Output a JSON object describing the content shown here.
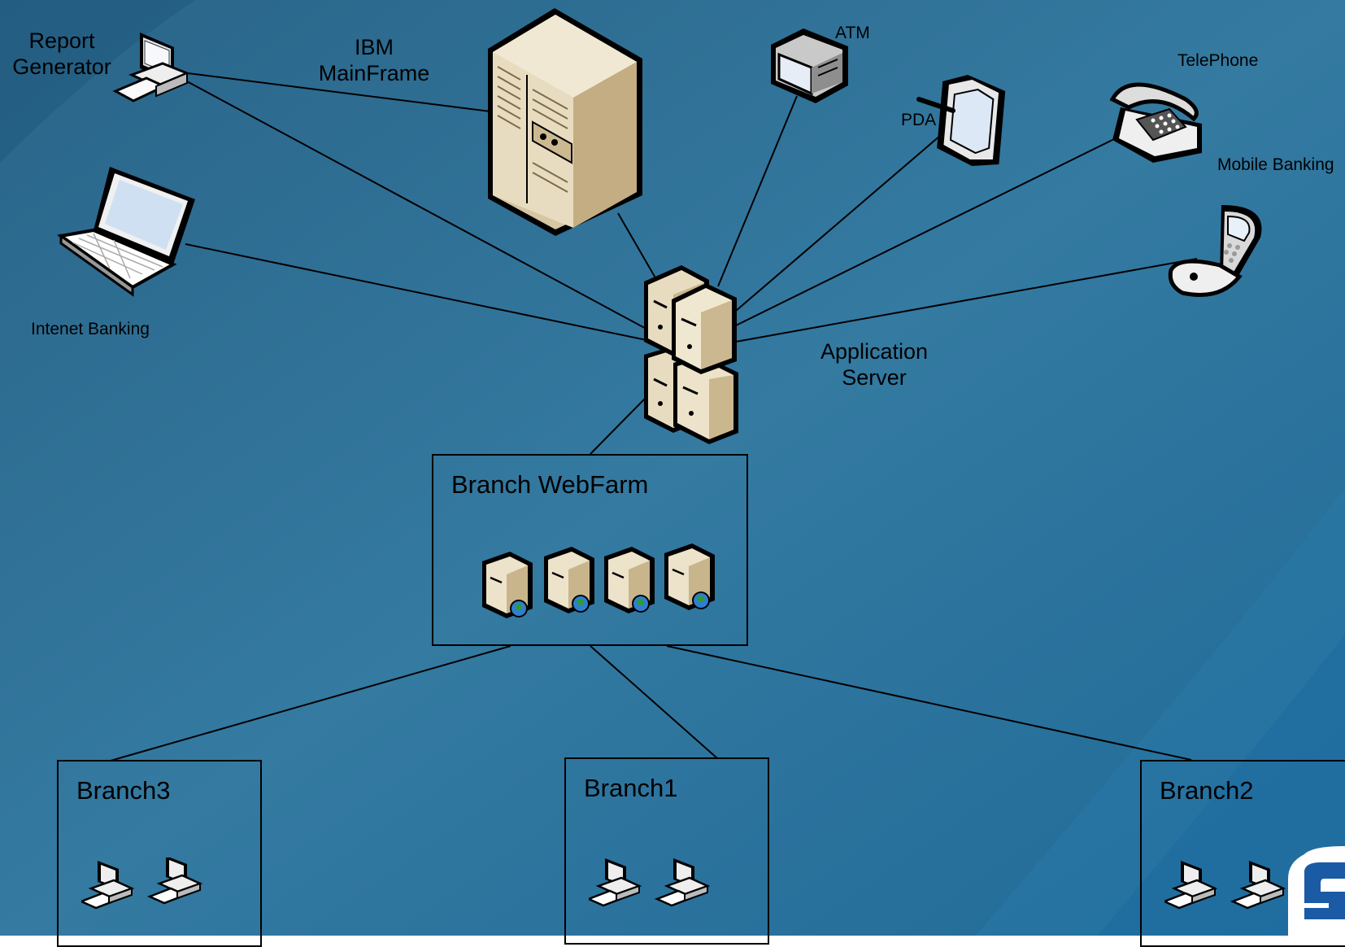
{
  "nodes": {
    "report_generator": {
      "label_line1": "Report",
      "label_line2": "Generator"
    },
    "ibm_mainframe": {
      "label_line1": "IBM",
      "label_line2": "MainFrame"
    },
    "atm": {
      "label": "ATM"
    },
    "pda": {
      "label": "PDA"
    },
    "telephone": {
      "label": "TelePhone"
    },
    "mobile_banking": {
      "label": "Mobile Banking"
    },
    "internet_banking": {
      "label": "Intenet Banking"
    },
    "application_server": {
      "label_line1": "Application",
      "label_line2": "Server"
    }
  },
  "groups": {
    "webfarm": {
      "title": "Branch WebFarm"
    },
    "branch3": {
      "title": "Branch3"
    },
    "branch1": {
      "title": "Branch1"
    },
    "branch2": {
      "title": "Branch2"
    }
  },
  "edges": [
    [
      "application_server",
      "report_generator"
    ],
    [
      "report_generator",
      "ibm_mainframe"
    ],
    [
      "application_server",
      "ibm_mainframe"
    ],
    [
      "application_server",
      "internet_banking"
    ],
    [
      "application_server",
      "atm"
    ],
    [
      "application_server",
      "pda"
    ],
    [
      "application_server",
      "telephone"
    ],
    [
      "application_server",
      "mobile_banking"
    ],
    [
      "application_server",
      "webfarm"
    ],
    [
      "webfarm",
      "branch3"
    ],
    [
      "webfarm",
      "branch1"
    ],
    [
      "webfarm",
      "branch2"
    ]
  ],
  "colors": {
    "background": "#2f6e93",
    "background_light": "#3a86ad",
    "device_beige": "#efe5cf",
    "device_shadow": "#b7a17a",
    "line": "#000000"
  }
}
